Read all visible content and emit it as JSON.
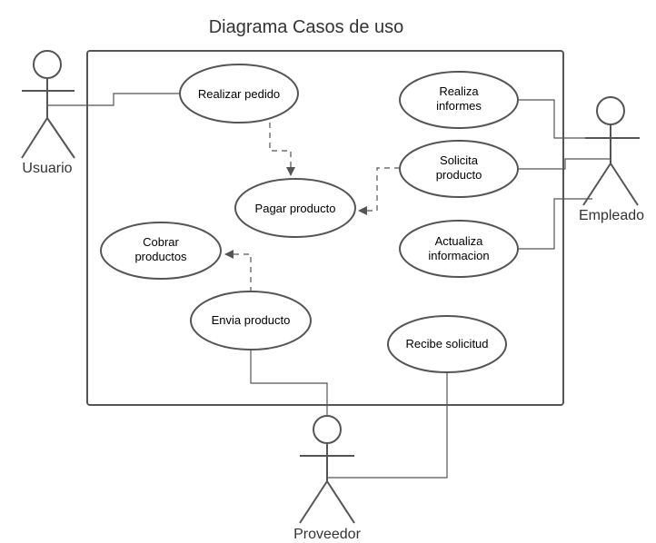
{
  "diagram": {
    "title": "Diagrama Casos de uso",
    "colors": {
      "stroke": "#555555",
      "text": "#333333",
      "fill": "#ffffff"
    },
    "actors": {
      "usuario": "Usuario",
      "empleado": "Empleado",
      "proveedor": "Proveedor"
    },
    "use_cases": {
      "realizar_pedido": [
        "Realizar pedido"
      ],
      "pagar_producto": [
        "Pagar producto"
      ],
      "cobrar_productos": [
        "Cobrar",
        "productos"
      ],
      "envia_producto": [
        "Envia producto"
      ],
      "realiza_informes": [
        "Realiza",
        "informes"
      ],
      "solicita_producto": [
        "Solicita",
        "producto"
      ],
      "actualiza_informacion": [
        "Actualiza",
        "informacion"
      ],
      "recibe_solicitud": [
        "Recibe solicitud"
      ]
    },
    "relations": [
      {
        "from": "realizar_pedido",
        "to": "pagar_producto",
        "style": "dashed"
      },
      {
        "from": "solicita_producto",
        "to": "pagar_producto",
        "style": "dashed"
      },
      {
        "from": "envia_producto",
        "to": "cobrar_productos",
        "style": "dashed"
      },
      {
        "from": "usuario",
        "to": "realizar_pedido",
        "style": "solid"
      },
      {
        "from": "empleado",
        "to": "realiza_informes",
        "style": "solid"
      },
      {
        "from": "empleado",
        "to": "solicita_producto",
        "style": "solid"
      },
      {
        "from": "empleado",
        "to": "actualiza_informacion",
        "style": "solid"
      },
      {
        "from": "proveedor",
        "to": "envia_producto",
        "style": "solid"
      },
      {
        "from": "proveedor",
        "to": "recibe_solicitud",
        "style": "solid"
      }
    ]
  }
}
